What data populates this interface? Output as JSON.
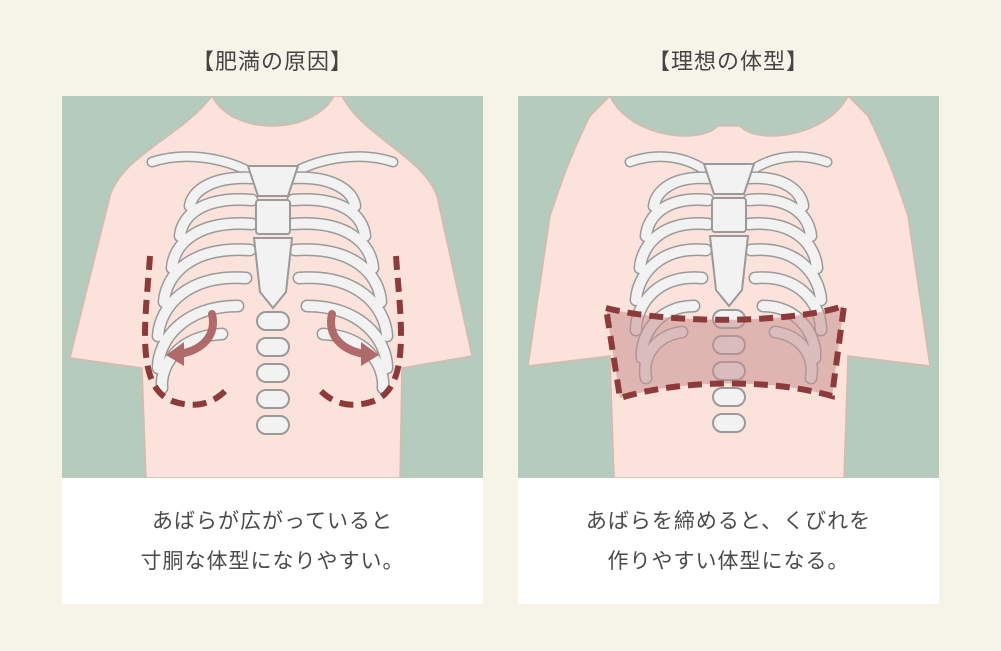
{
  "left": {
    "title": "【肥満の原因】",
    "caption_lines": [
      "あばらが広がっていると",
      "寸胴な体型になりやすい。"
    ]
  },
  "right": {
    "title": "【理想の体型】",
    "caption_lines": [
      "あばらを締めると、くびれを",
      "作りやすい体型になる。"
    ]
  },
  "colors": {
    "background": "#f6f3e8",
    "illustration_bg": "#b5cbbd",
    "skin": "#fbe3db",
    "bone": "#f2f2f2",
    "bone_outline": "#9a9a9a",
    "accent": "#8c3a3a",
    "accent_fill": "#c98f8f"
  }
}
